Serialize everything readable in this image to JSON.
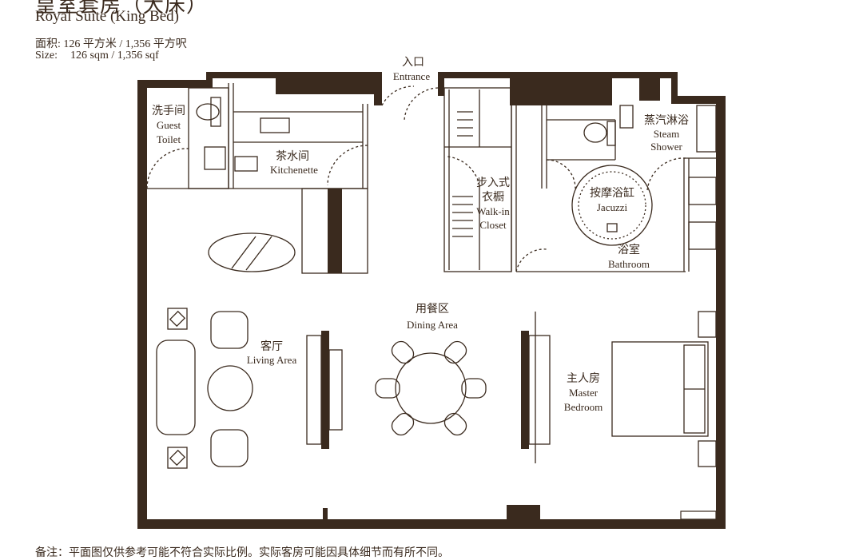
{
  "header": {
    "title_cn": "皇室套房（大床）",
    "title_en": "Royal Suite (King Bed)",
    "area_cn": "面积: 126 平方米 / 1,356 平方呎",
    "area_en_label": "Size:",
    "area_en_value": "126 sqm / 1,356 sqf"
  },
  "rooms": {
    "entrance": {
      "cn": "入口",
      "en": "Entrance"
    },
    "guest_toilet": {
      "cn": "洗手间",
      "en1": "Guest",
      "en2": "Toilet"
    },
    "kitchenette": {
      "cn": "茶水间",
      "en": "Kitchenette"
    },
    "walkin_closet": {
      "cn1": "步入式",
      "cn2": "衣橱",
      "en1": "Walk-in",
      "en2": "Closet"
    },
    "steam_shower": {
      "cn": "蒸汽淋浴",
      "en1": "Steam",
      "en2": "Shower"
    },
    "jacuzzi": {
      "cn": "按摩浴缸",
      "en": "Jacuzzi"
    },
    "bathroom": {
      "cn": "浴室",
      "en": "Bathroom"
    },
    "dining": {
      "cn": "用餐区",
      "en": "Dining Area"
    },
    "living": {
      "cn": "客厅",
      "en": "Living Area"
    },
    "master": {
      "cn": "主人房",
      "en1": "Master",
      "en2": "Bedroom"
    }
  },
  "footer_note": "备注：平面图仅供参考可能不符合实际比例。实际客房可能因具体细节而有所不同。",
  "colors": {
    "wall": "#3a2a1e",
    "line": "#3a2a1e",
    "background": "#ffffff"
  }
}
